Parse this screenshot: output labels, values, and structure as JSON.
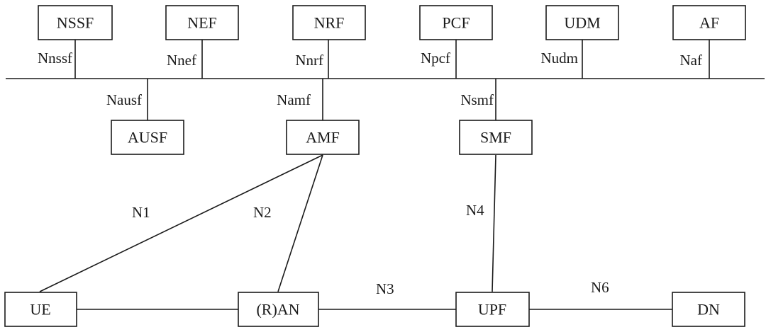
{
  "nodes": {
    "nssf": "NSSF",
    "nef": "NEF",
    "nrf": "NRF",
    "pcf": "PCF",
    "udm": "UDM",
    "af": "AF",
    "ausf": "AUSF",
    "amf": "AMF",
    "smf": "SMF",
    "ue": "UE",
    "ran": "(R)AN",
    "upf": "UPF",
    "dn": "DN"
  },
  "interfaces": {
    "nnssf": "Nnssf",
    "nnef": "Nnef",
    "nnrf": "Nnrf",
    "npcf": "Npcf",
    "nudm": "Nudm",
    "naf": "Naf",
    "nausf": "Nausf",
    "namf": "Namf",
    "nsmf": "Nsmf"
  },
  "reference_points": {
    "n1": "N1",
    "n2": "N2",
    "n3": "N3",
    "n4": "N4",
    "n6": "N6"
  }
}
